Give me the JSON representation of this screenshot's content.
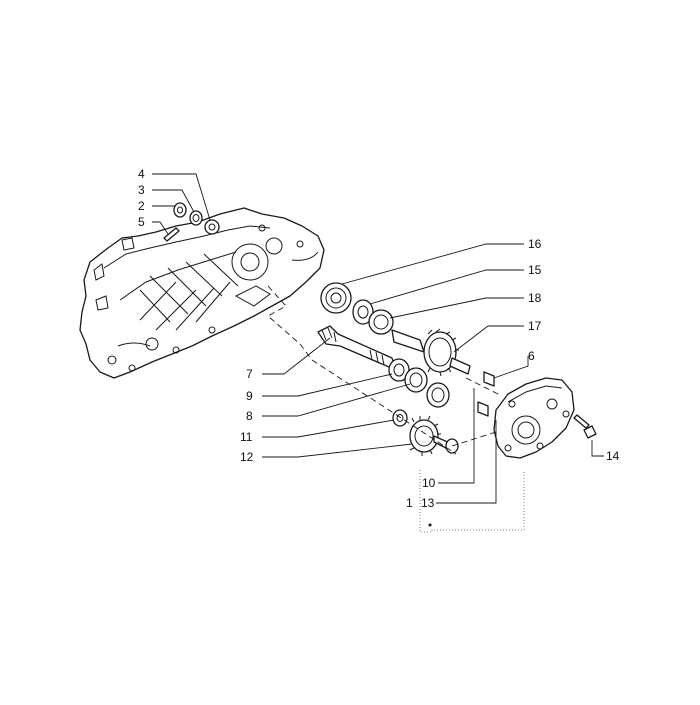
{
  "diagram": {
    "callouts": [
      {
        "id": "c4",
        "text": "4"
      },
      {
        "id": "c3",
        "text": "3"
      },
      {
        "id": "c2",
        "text": "2"
      },
      {
        "id": "c5",
        "text": "5"
      },
      {
        "id": "c16",
        "text": "16"
      },
      {
        "id": "c15",
        "text": "15"
      },
      {
        "id": "c18",
        "text": "18"
      },
      {
        "id": "c17",
        "text": "17"
      },
      {
        "id": "c6",
        "text": "6"
      },
      {
        "id": "c7",
        "text": "7"
      },
      {
        "id": "c9",
        "text": "9"
      },
      {
        "id": "c8",
        "text": "8"
      },
      {
        "id": "c11",
        "text": "11"
      },
      {
        "id": "c12",
        "text": "12"
      },
      {
        "id": "c14",
        "text": "14"
      },
      {
        "id": "c10",
        "text": "10"
      },
      {
        "id": "c1",
        "text": "1"
      },
      {
        "id": "c13",
        "text": "13"
      }
    ]
  }
}
